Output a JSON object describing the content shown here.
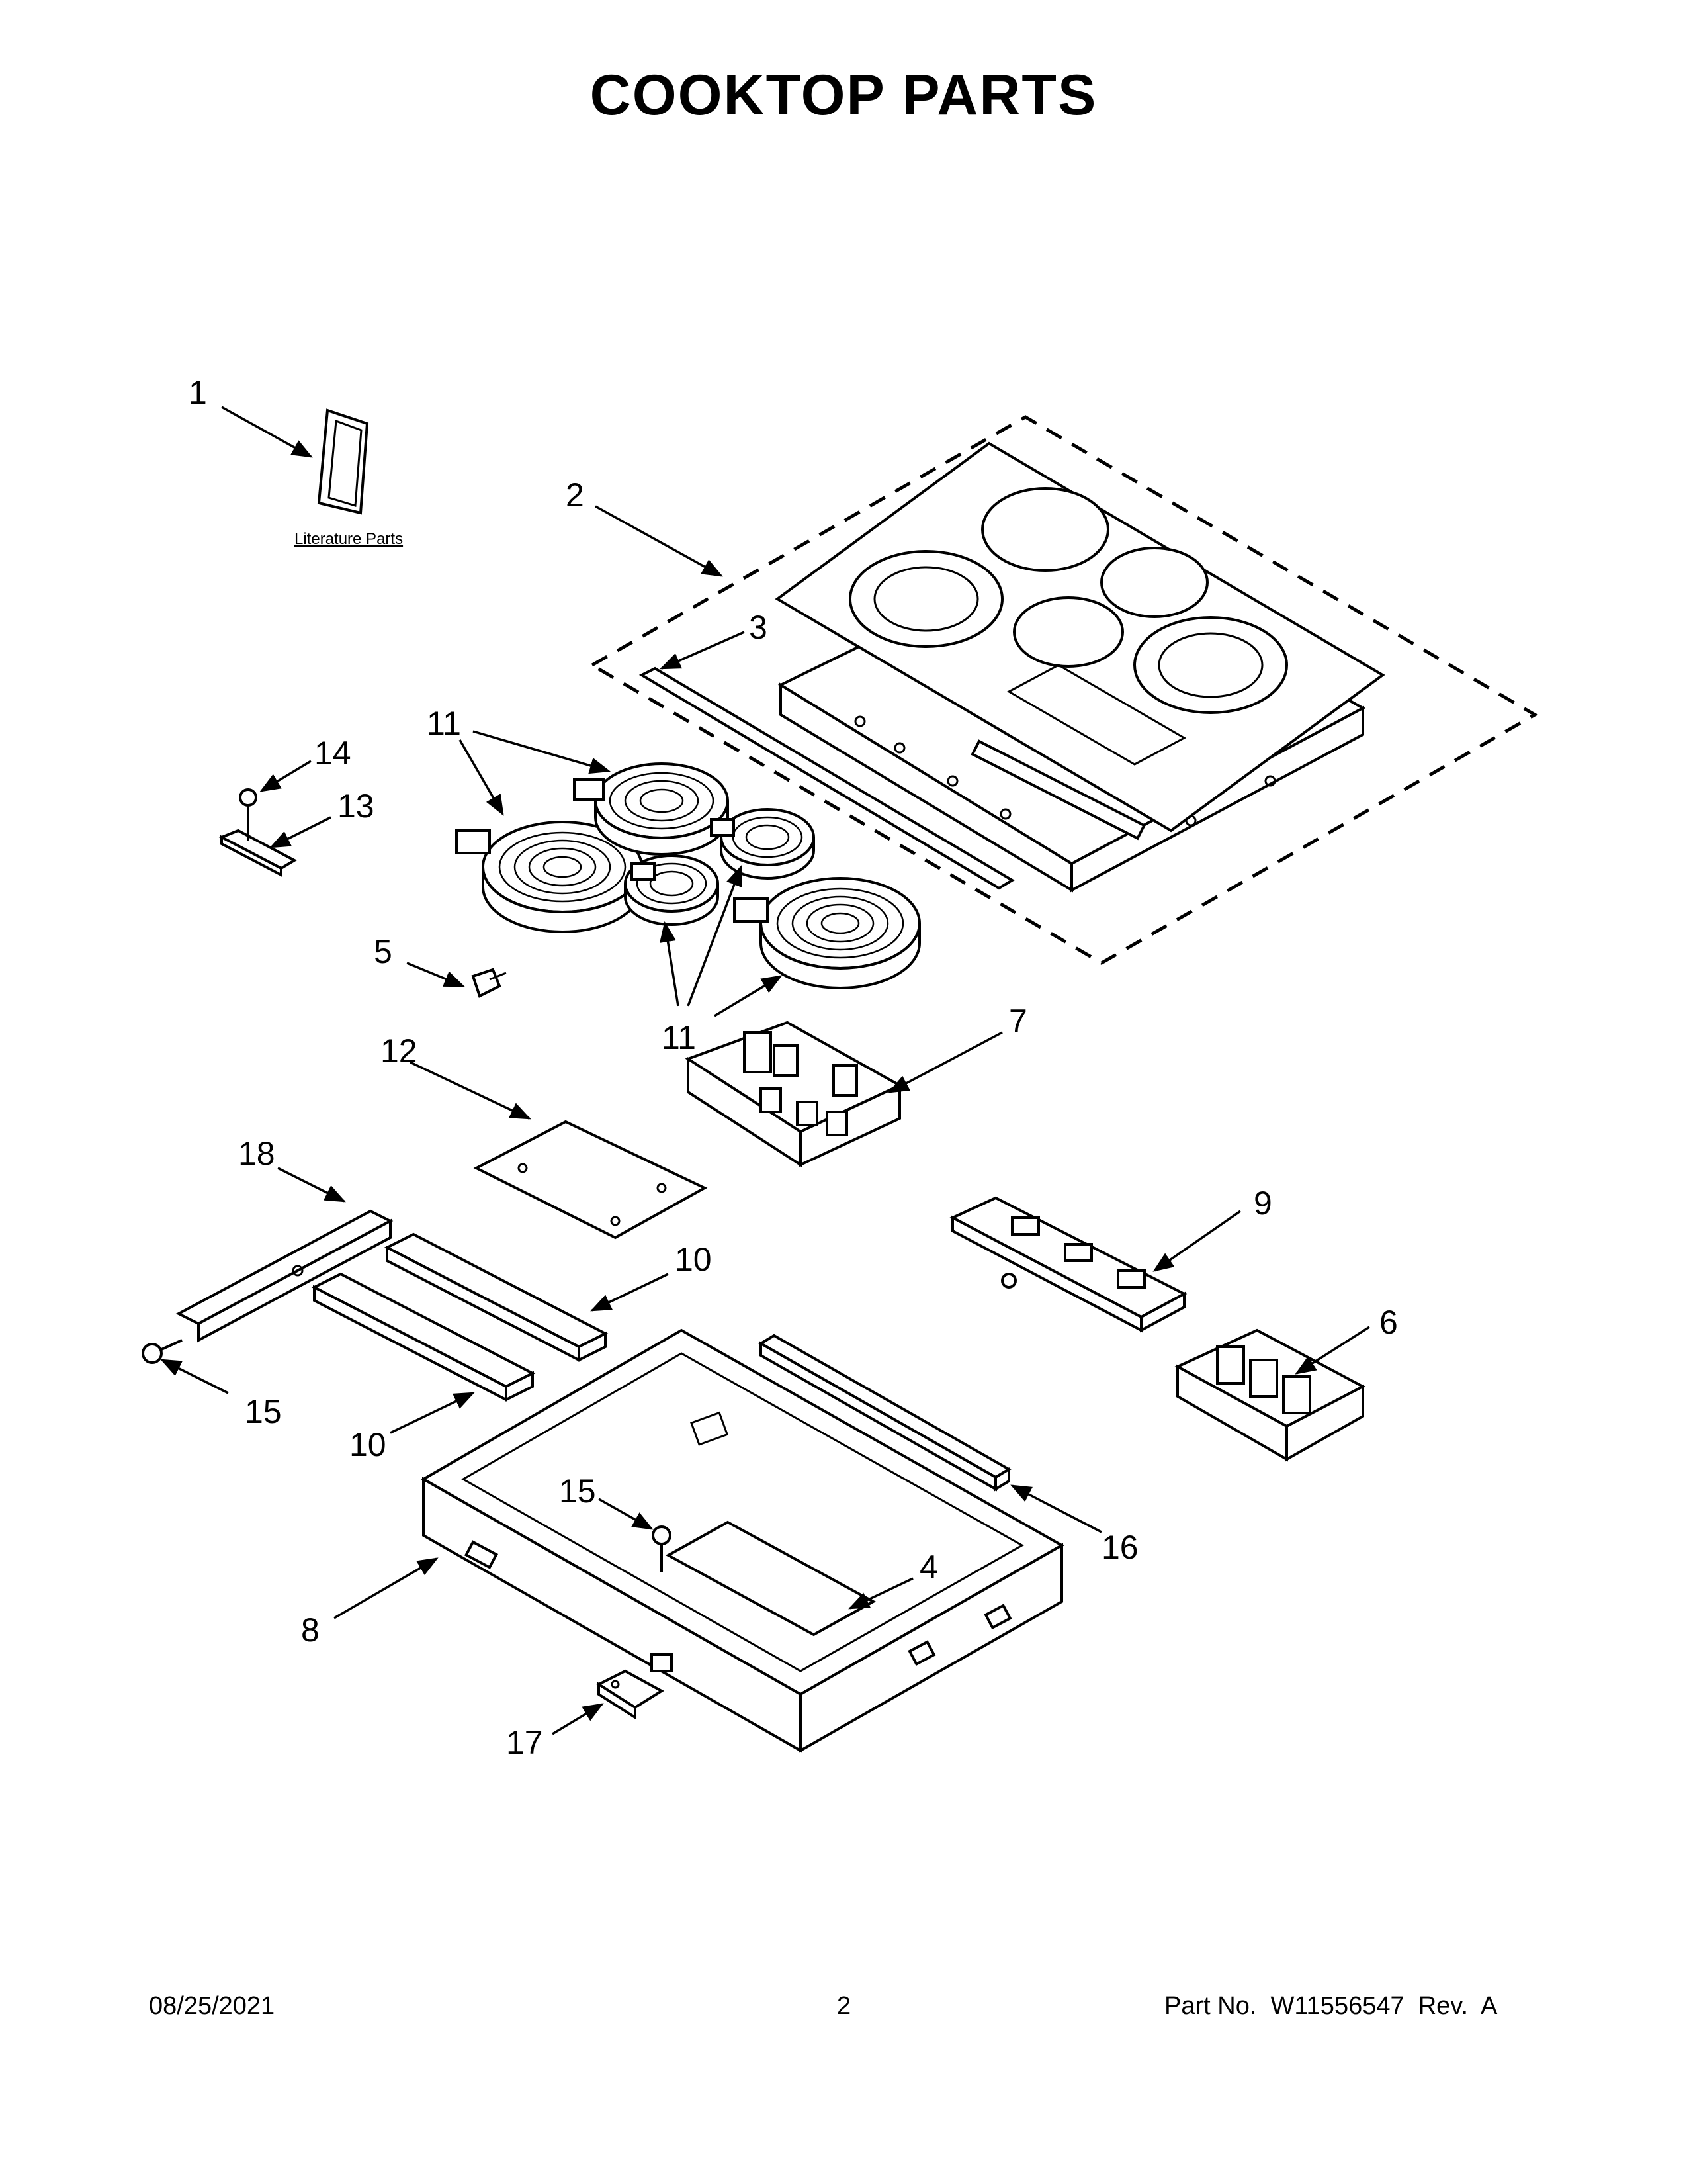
{
  "title": "COOKTOP PARTS",
  "literature_label": "Literature Parts",
  "callouts": {
    "c1": "1",
    "c2": "2",
    "c3": "3",
    "c4": "4",
    "c5": "5",
    "c6": "6",
    "c7": "7",
    "c8": "8",
    "c9": "9",
    "c10a": "10",
    "c10b": "10",
    "c11a": "11",
    "c11b": "11",
    "c12": "12",
    "c13": "13",
    "c14": "14",
    "c15a": "15",
    "c15b": "15",
    "c16": "16",
    "c17": "17",
    "c18": "18"
  },
  "footer": {
    "date": "08/25/2021",
    "page": "2",
    "part": "Part No.  W11556547  Rev.  A"
  }
}
